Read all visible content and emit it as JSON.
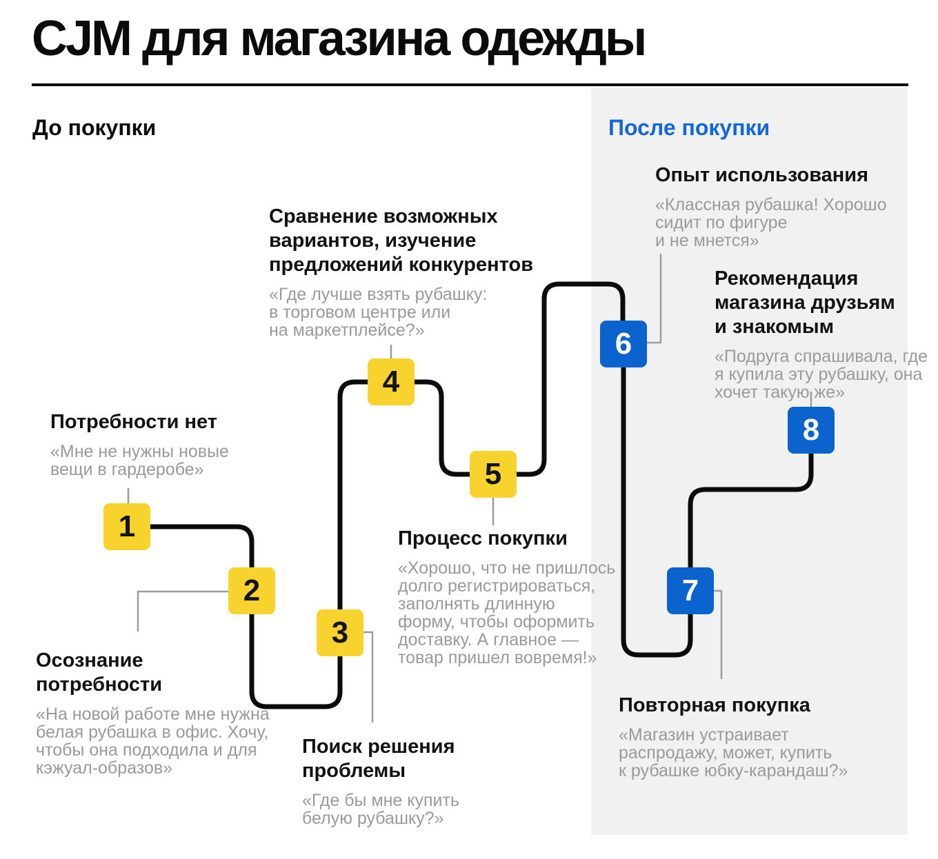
{
  "title": "CJM для магазина одежды",
  "sections": {
    "before": "До покупки",
    "after": "После покупки"
  },
  "colors": {
    "yellow": "#F8D32D",
    "blue": "#0B63CE",
    "header_blue": "#1268D9",
    "panel": "#F1F1F1",
    "quote_gray": "#9A9A9A",
    "line": "#0B0B0B",
    "connector": "#9C9C9C",
    "ink": "#0B0B0B"
  },
  "steps": [
    {
      "number": "1",
      "phase": "before",
      "title": "Потребности нет",
      "quote": "«Мне не нужны новые\nвещи в гардеробе»"
    },
    {
      "number": "2",
      "phase": "before",
      "title": "Осознание\nпотребности",
      "quote": "«На новой работе мне нужна\nбелая рубашка в офис. Хочу,\nчтобы она подходила и для\nкэжуал-образов»"
    },
    {
      "number": "3",
      "phase": "before",
      "title": "Поиск решения\nпроблемы",
      "quote": "«Где бы мне купить\nбелую рубашку?»"
    },
    {
      "number": "4",
      "phase": "before",
      "title": "Сравнение возможных\nвариантов, изучение\nпредложений конкурентов",
      "quote": "«Где лучше взять рубашку:\nв торговом центре или\nна маркетплейсе?»"
    },
    {
      "number": "5",
      "phase": "before",
      "title": "Процесс покупки",
      "quote": "«Хорошо, что не пришлось\nдолго регистрироваться,\nзаполнять длинную\nформу, чтобы оформить\nдоставку. А главное —\nтовар пришел вовремя!»"
    },
    {
      "number": "6",
      "phase": "after",
      "title": "Опыт использования",
      "quote": "«Классная рубашка! Хорошо\nсидит по фигуре\nи не мнется»"
    },
    {
      "number": "7",
      "phase": "after",
      "title": "Повторная покупка",
      "quote": "«Магазин устраивает\nраспродажу, может, купить\nк рубашке юбку-карандаш?»"
    },
    {
      "number": "8",
      "phase": "after",
      "title": "Рекомендация\nмагазина друзьям\nи знакомым",
      "quote": "«Подруга спрашивала, где\nя купила эту рубашку, она\nхочет такую же»"
    }
  ]
}
